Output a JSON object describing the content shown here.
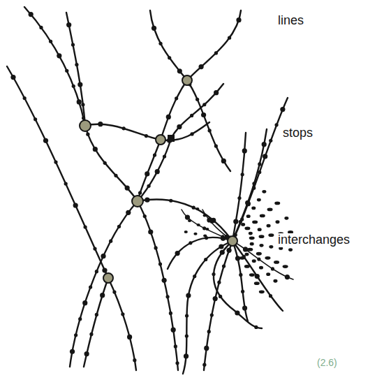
{
  "diagram": {
    "labels": [
      "lines",
      "stops",
      "interchanges",
      "(2.6)"
    ]
  }
}
